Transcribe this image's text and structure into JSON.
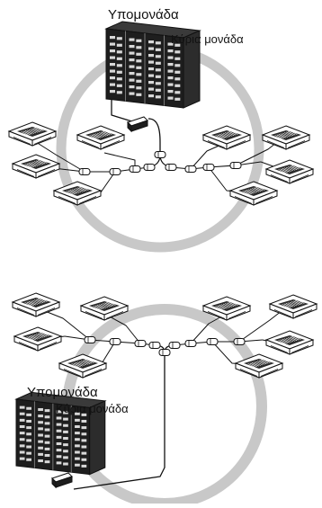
{
  "diagrams": [
    {
      "id": "top",
      "labels": {
        "sub_unit": "Υπομονάδα",
        "main_unit": "Κύρια μονάδα"
      }
    },
    {
      "id": "bottom",
      "labels": {
        "sub_unit": "Υπομονάδα",
        "main_unit": "Κύρια μονάδα"
      }
    }
  ],
  "colors": {
    "ring": "#c8c8c8",
    "line": "#111111",
    "outdoor_unit": "#1e1e1e",
    "cassette_body": "#ffffff",
    "cassette_grille": "#2a2a2a"
  },
  "icons": {
    "outdoor_unit": "outdoor-unit-icon",
    "indoor_unit": "cassette-indoor-unit-icon",
    "branch_joint": "refnet-joint-icon",
    "controller": "controller-box-icon"
  }
}
